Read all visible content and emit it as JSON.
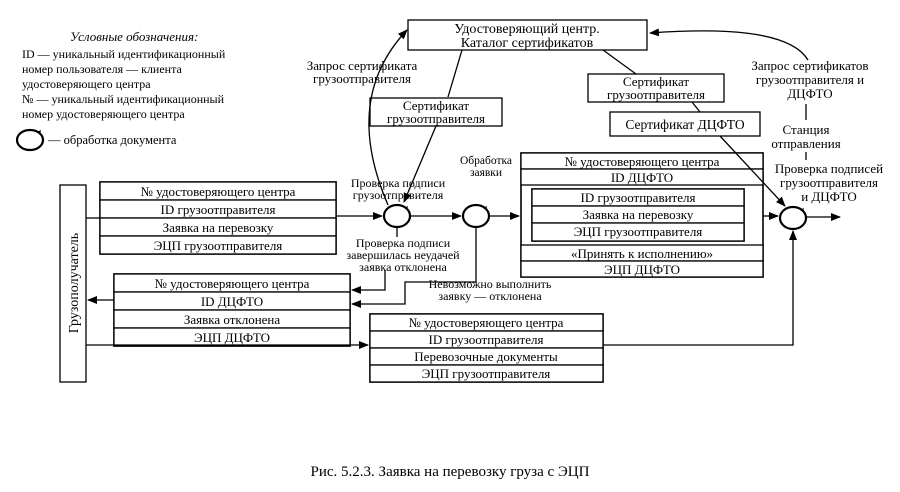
{
  "legend": {
    "title": "Условные обозначения:",
    "id_line1": "ID — уникальный идентификационный",
    "id_line2": "номер пользователя — клиента",
    "id_line3": "удостоверяющего центра",
    "no_line1": "№ — уникальный идентификационный",
    "no_line2": "номер удостоверяющего центра",
    "processing": "— обработка документа"
  },
  "ca": {
    "line1": "Удостоверяющий центр.",
    "line2": "Каталог сертификатов"
  },
  "labels": {
    "req_cert_line1": "Запрос сертификата",
    "req_cert_line2": "грузоотправителя",
    "req_certs_line1": "Запрос сертификатов",
    "req_certs_line2": "грузоотправителя и",
    "req_certs_line3": "ДЦФТО",
    "station_line1": "Станция",
    "station_line2": "отправления",
    "process_line1": "Обработка",
    "process_line2": "заявки",
    "verify_line1": "Проверка подписи",
    "verify_line2": "грузоотправителя",
    "verify_both_line1": "Проверка подписей",
    "verify_both_line2": "грузоотправителя",
    "verify_both_line3": "и ДЦФТО",
    "fail_line1": "Проверка подписи",
    "fail_line2": "завершилась неудачей",
    "fail_line3": "заявка отклонена",
    "impossible_line1": "Невозможно выполнить",
    "impossible_line2": "заявку — отклонена",
    "consignee": "Грузополучатель"
  },
  "certs": {
    "sender_line1": "Сертификат",
    "sender_line2": "грузоотправителя",
    "sender_right_line1": "Сертификат",
    "sender_right_line2": "грузоотправителя",
    "dcfto": "Сертификат ДЦФТО"
  },
  "doc_request": {
    "rows": [
      "№ удостоверяющего центра",
      "ID грузоотправителя",
      "Заявка на перевозку",
      "ЭЦП грузоотправителя"
    ]
  },
  "doc_dcfto": {
    "rows": [
      "№ удостоверяющего центра",
      "ID ДЦФТО"
    ],
    "inner_rows": [
      "ID грузоотправителя",
      "Заявка на перевозку",
      "ЭЦП грузоотправителя"
    ],
    "bottom_rows": [
      "«Принять к исполнению»",
      "ЭЦП ДЦФТО"
    ]
  },
  "doc_reject": {
    "rows": [
      "№ удостоверяющего центра",
      "ID ДЦФТО",
      "Заявка отклонена",
      "ЭЦП ДЦФТО"
    ]
  },
  "doc_transport": {
    "rows": [
      "№ удостоверяющего центра",
      "ID грузоотправителя",
      "Перевозочные документы",
      "ЭЦП грузоотправителя"
    ]
  },
  "caption": "Рис. 5.2.3. Заявка на перевозку груза с ЭЦП"
}
